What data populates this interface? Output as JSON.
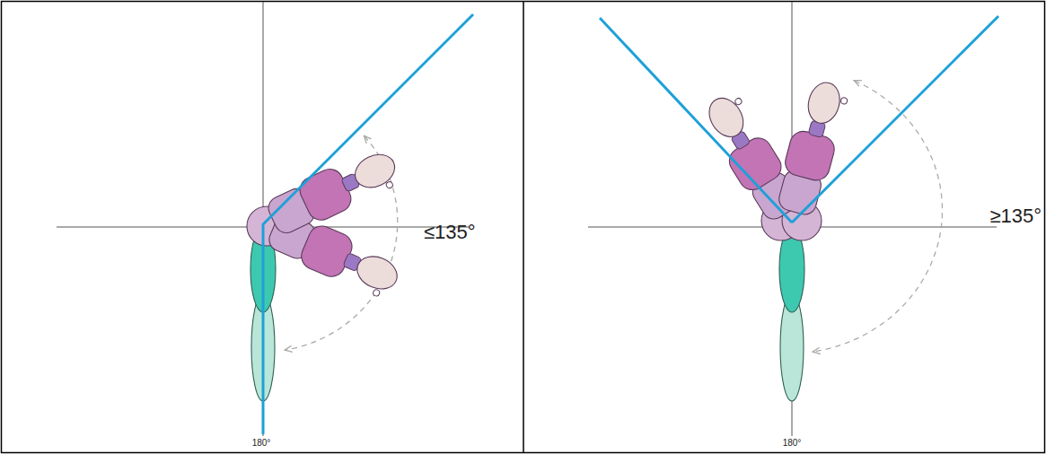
{
  "diagram": {
    "labels": [
      "≤135°",
      "180°",
      "≥135°",
      "180°"
    ]
  }
}
